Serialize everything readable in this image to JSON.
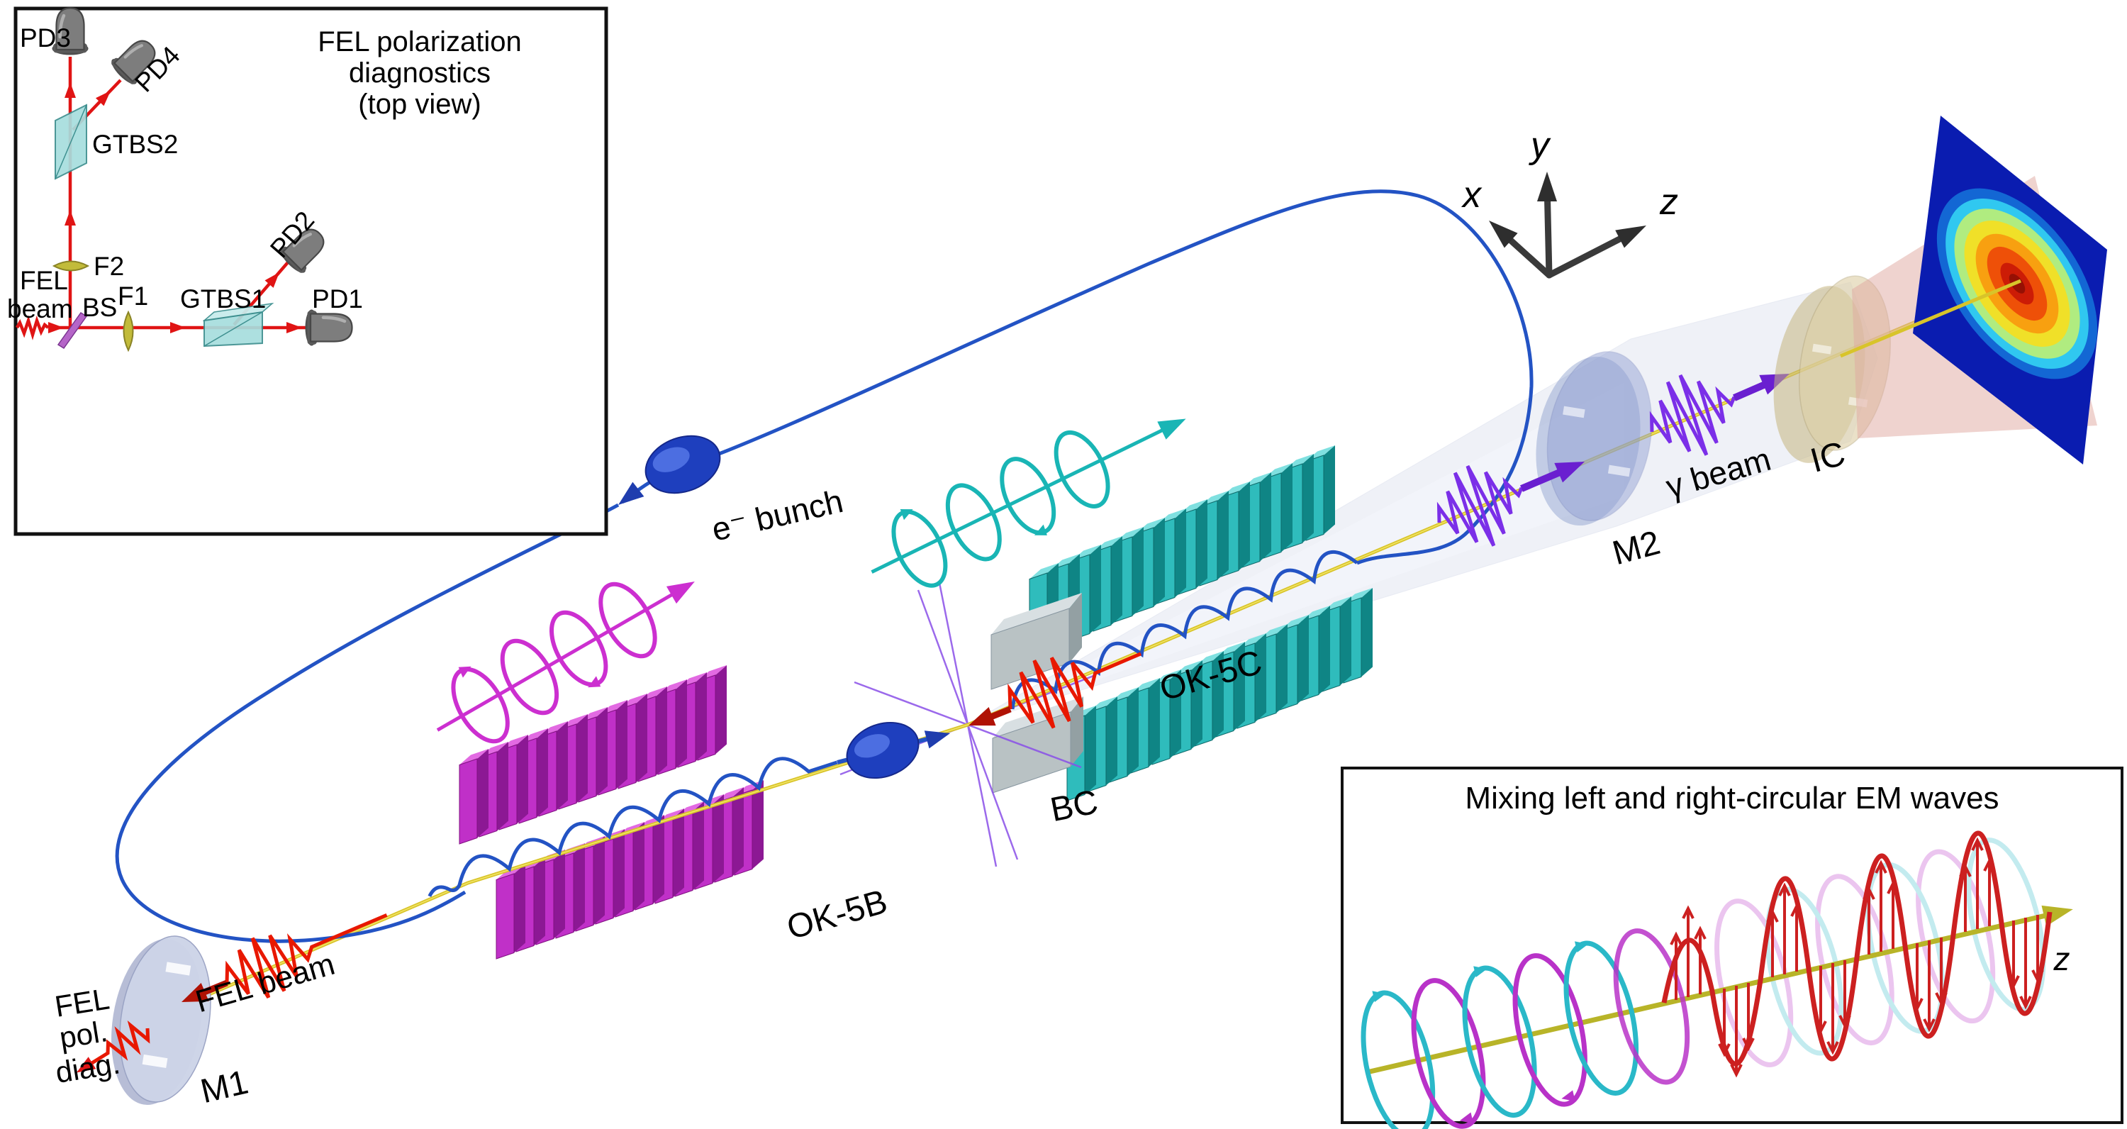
{
  "diagnostics_inset": {
    "title_line1": "FEL polarization",
    "title_line2": "diagnostics",
    "title_line3": "(top view)",
    "labels": {
      "pd1": "PD1",
      "pd2": "PD2",
      "pd3": "PD3",
      "pd4": "PD4",
      "gtbs1": "GTBS1",
      "gtbs2": "GTBS2",
      "f1": "F1",
      "f2": "F2",
      "bs": "BS",
      "fel_beam_line1": "FEL",
      "fel_beam_line2": "beam"
    }
  },
  "main": {
    "e_bunch": "e⁻ bunch",
    "ok5b": "OK-5B",
    "ok5c": "OK-5C",
    "bc": "BC",
    "m1": "M1",
    "m2": "M2",
    "ic": "IC",
    "gamma_beam": "γ beam",
    "fel_beam": "FEL beam",
    "fel_pol_diag_line1": "FEL",
    "fel_pol_diag_line2": "pol.",
    "fel_pol_diag_line3": "diag.",
    "axis_x": "x",
    "axis_y": "y",
    "axis_z": "z"
  },
  "mixing_inset": {
    "title": "Mixing left and right-circular EM waves",
    "axis_z": "z"
  },
  "colors": {
    "undulator_b": "#c030c8",
    "undulator_c": "#2fbcbc",
    "electron_line": "#2353c4",
    "beam_axis_yellow": "#d8c42a",
    "fel_red": "#e01414",
    "gamma_purple": "#7b2fe8",
    "collision_violet": "#8a50e8",
    "screen_navy": "#0a1cb0",
    "hotspot_core": "#961004",
    "mirror_gray_blue": "#c8cfe4",
    "ic_beige": "#ded0a8"
  }
}
